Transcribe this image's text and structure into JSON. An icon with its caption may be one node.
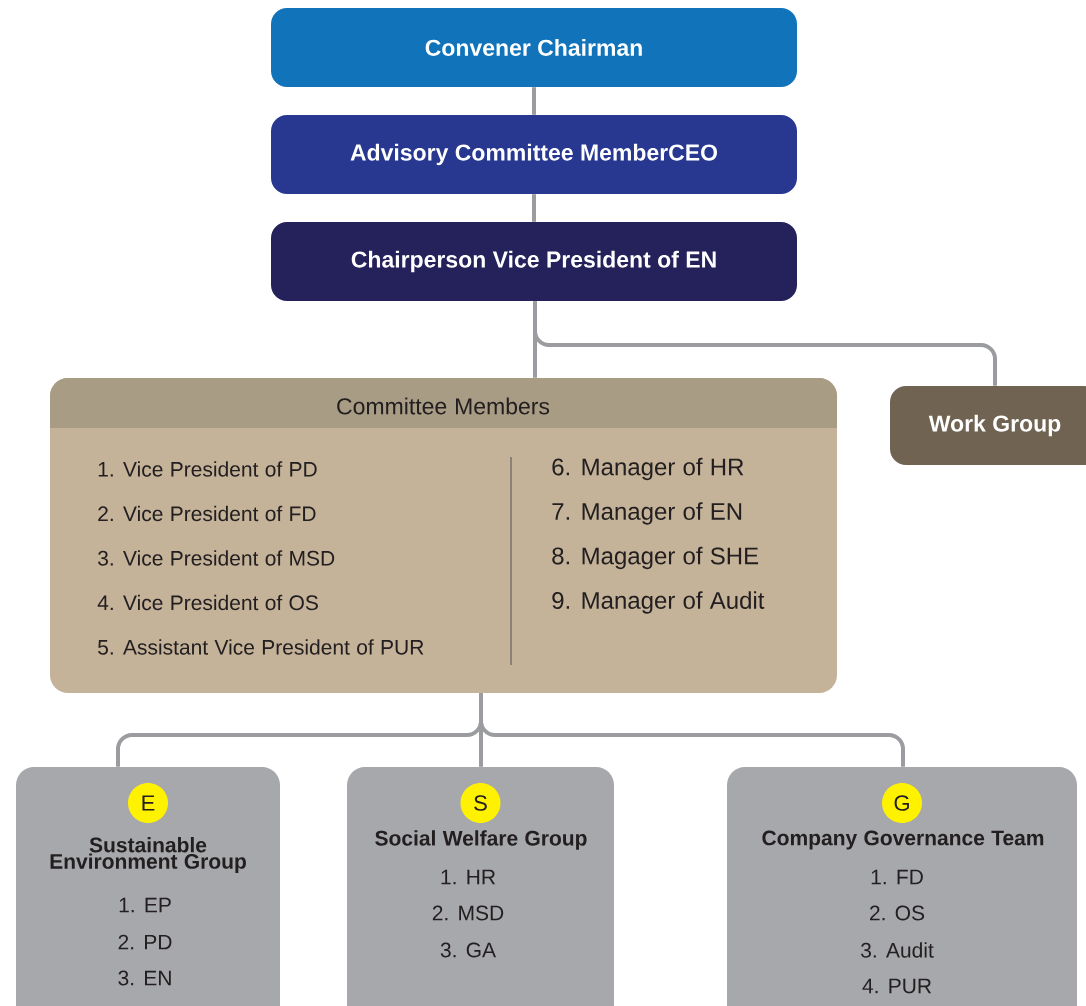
{
  "diagram": {
    "nodes": [
      {
        "text": [
          "Convener Chairman"
        ]
      },
      {
        "text": [
          "Advisory Committee MemberCEO"
        ]
      },
      {
        "text": [
          "Chairperson Vice President of EN"
        ]
      },
      {
        "text": [
          "Committee Members",
          "1. Vice President of PD",
          "2. Vice President of FD",
          "3. Vice President of MSD",
          "4. Vice President of OS",
          "5. Assistant Vice President of PUR",
          "6. Manager of HR",
          "7. Manager of EN",
          "8. Magager of SHE",
          "9. Manager of Audit"
        ]
      },
      {
        "text": [
          "Work Group"
        ]
      },
      {
        "text": [
          "Sustainable Environment Group",
          "1.  EP",
          "2. PD",
          "3. EN"
        ]
      },
      {
        "text": [
          "E"
        ],
        "in": 5
      },
      {
        "text": [
          "Social Welfare Group",
          "1.  HR",
          "2. MSD",
          "3. GA"
        ]
      },
      {
        "text": [
          "S"
        ],
        "in": 7
      },
      {
        "text": [
          "Company Governance Team",
          "1.  FD",
          "2. OS",
          "3. Audit",
          "4. PUR"
        ]
      },
      {
        "text": [
          "G"
        ],
        "in": 9
      }
    ],
    "edges": [
      {
        "from": 0,
        "to": 1,
        "arrow": "none"
      },
      {
        "from": 1,
        "to": 2,
        "arrow": "none"
      },
      {
        "from": 2,
        "to": 3,
        "arrow": "none"
      },
      {
        "from": 2,
        "to": 4,
        "arrow": "none"
      },
      {
        "from": 3,
        "to": 5,
        "arrow": "none"
      },
      {
        "from": 3,
        "to": 7,
        "arrow": "none"
      },
      {
        "from": 3,
        "to": 9,
        "arrow": "none"
      }
    ]
  }
}
